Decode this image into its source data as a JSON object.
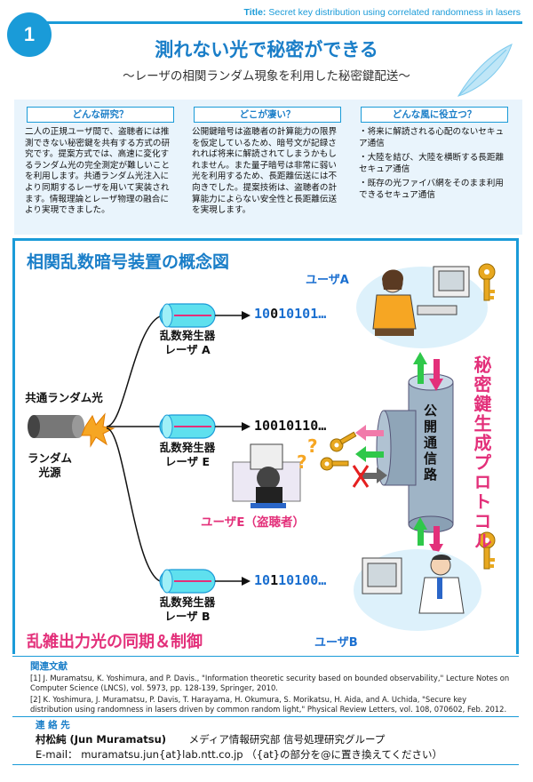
{
  "header": {
    "number": "1",
    "title_label": "Title:",
    "title_en": "Secret key distribution using correlated randomness in lasers",
    "main_title": "測れない光で秘密ができる",
    "sub_title": "～レーザの相関ランダム現象を利用した秘密鍵配送～"
  },
  "columns": [
    {
      "heading": "どんな研究？",
      "paragraphs": [
        "二人の正規ユーザ間で、盗聴者には推測できない秘密鍵を共有する方式の研究です。提案方式では、高速に変化するランダム光の完全測定が難しいことを利用します。共通ランダム光注入により同期するレーザを用いて実装されます。情報理論とレーザ物理の融合により実現できました。"
      ]
    },
    {
      "heading": "どこが凄い？",
      "paragraphs": [
        "公開鍵暗号は盗聴者の計算能力の限界を仮定しているため、暗号文が記録されれば将来に解読されてしまうかもしれません。また量子暗号は非常に弱い光を利用するため、長距離伝送には不向きでした。提案技術は、盗聴者の計算能力によらない安全性と長距離伝送を実現します。"
      ]
    },
    {
      "heading": "どんな風に役立つ？",
      "paragraphs": [
        "・将来に解読される心配のないセキュア通信",
        "・大陸を結び、大陸を横断する長距離セキュア通信",
        "・既存の光ファイバ網をそのまま利用できるセキュア通信"
      ]
    }
  ],
  "diagram": {
    "title": "相関乱数暗号装置の概念図",
    "common_light": "共通ランダム光",
    "random_source": [
      "ランダム",
      "光源"
    ],
    "laser_a": [
      "乱数発生器",
      "レーザ A"
    ],
    "laser_e": [
      "乱数発生器",
      "レーザ E"
    ],
    "laser_b": [
      "乱数発生器",
      "レーザ B"
    ],
    "bits_a": {
      "d1": "10",
      "d2": "0",
      "d3": "10101…"
    },
    "bits_e": "10010110…",
    "bits_b": {
      "d1": "10",
      "d2": "1",
      "d3": "10100…"
    },
    "user_a": "ユーザA",
    "user_b": "ユーザB",
    "user_e": "ユーザE（盗聴者）",
    "channel": "公開通信路",
    "protocol": "秘密鍵生成プロトコル",
    "sync": "乱雑出力光の同期＆制御",
    "question": "?"
  },
  "references": {
    "heading": "関連文献",
    "items": [
      "[1] J. Muramatsu,  K. Yoshimura, and P. Davis., \"Information theoretic security based on bounded observability,\"  Lecture Notes on Computer Science (LNCS), vol. 5973, pp. 128-139, Springer, 2010.",
      "[2] K. Yoshimura, J. Muramatsu, P. Davis, T. Harayama, H. Okumura, S. Morikatsu, H. Aida, and A. Uchida, \"Secure key distribution using randomness in lasers driven by common random light,\" Physical Review Letters, vol. 108, 070602, Feb. 2012."
    ]
  },
  "contact": {
    "heading": "連 絡 先",
    "name": "村松純 (Jun Muramatsu)",
    "dept": "メディア情報研究部 信号処理研究グループ",
    "email_label": "E-mail：",
    "email": "muramatsu.jun{at}lab.ntt.co.jp",
    "note": "（{at}の部分を@に置き換えてください）"
  },
  "colors": {
    "accent": "#1a9bd8",
    "title": "#1a7ec8",
    "pink": "#e3307a",
    "green": "#2fc84a",
    "red": "#e52020"
  }
}
